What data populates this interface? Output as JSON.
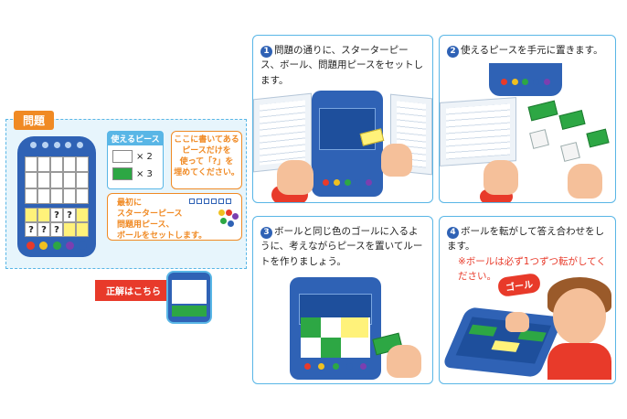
{
  "problem": {
    "tag": "問題",
    "pieces_header": "使えるピース",
    "white_count": "× 2",
    "green_count": "× 3",
    "callout1": "ここに書いてある\nピースだけを\n使って「?」を\n埋めてください。",
    "callout2": "最初に\nスターターピース\n問題用ピース、\nボールをセットします。",
    "unknown_mark": "?",
    "answer_button": "正解はこちら",
    "colors": {
      "board": "#2f62b5",
      "accent_orange": "#f08a24",
      "accent_red": "#e83a2a",
      "piece_green": "#2da744",
      "piece_yellow": "#fff27a",
      "frame_blue": "#59b6e6"
    },
    "ball_colors": [
      "#e83a2a",
      "#f0c020",
      "#2da744",
      "#7b3fb0",
      "#2f62b5",
      "#e8e8e8"
    ]
  },
  "steps": [
    {
      "num": "1",
      "text": "問題の通りに、スターターピース、ボール、問題用ピースをセットします。",
      "note": ""
    },
    {
      "num": "2",
      "text": "使えるピースを手元に置きます。",
      "note": ""
    },
    {
      "num": "3",
      "text": "ボールと同じ色のゴールに入るように、考えながらピースを置いてルートを作りましょう。",
      "note": ""
    },
    {
      "num": "4",
      "text": "ボールを転がして答え合わせをします。",
      "note": "※ボールは必ず1つずつ転がしてください。"
    }
  ],
  "goal_badge": "ゴール"
}
